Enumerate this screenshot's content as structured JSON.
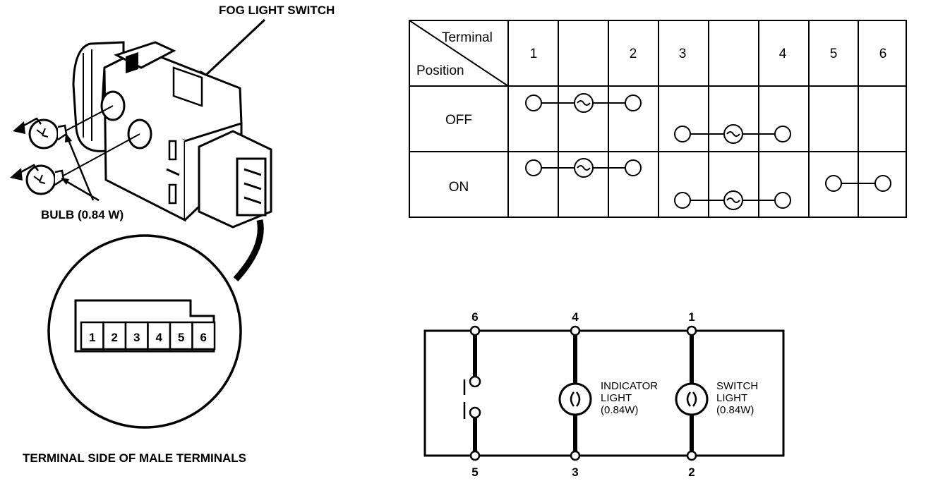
{
  "illustration": {
    "title": "FOG LIGHT SWITCH",
    "bulb_label": "BULB (0.84 W)",
    "terminal_side_label": "TERMINAL SIDE OF MALE TERMINALS",
    "connector_pins": [
      "1",
      "2",
      "3",
      "4",
      "5",
      "6"
    ]
  },
  "table": {
    "corner_top": "Terminal",
    "corner_bottom": "Position",
    "columns": [
      "1",
      "",
      "2",
      "3",
      "",
      "4",
      "5",
      "6"
    ],
    "rows": [
      {
        "position": "OFF"
      },
      {
        "position": "ON"
      }
    ]
  },
  "schematic": {
    "top_terminals": [
      "6",
      "4",
      "1"
    ],
    "bottom_terminals": [
      "5",
      "3",
      "2"
    ],
    "indicator": {
      "line1": "INDICATOR",
      "line2": "LIGHT",
      "line3": "(0.84W)"
    },
    "switch_light": {
      "line1": "SWITCH",
      "line2": "LIGHT",
      "line3": "(0.84W)"
    }
  }
}
